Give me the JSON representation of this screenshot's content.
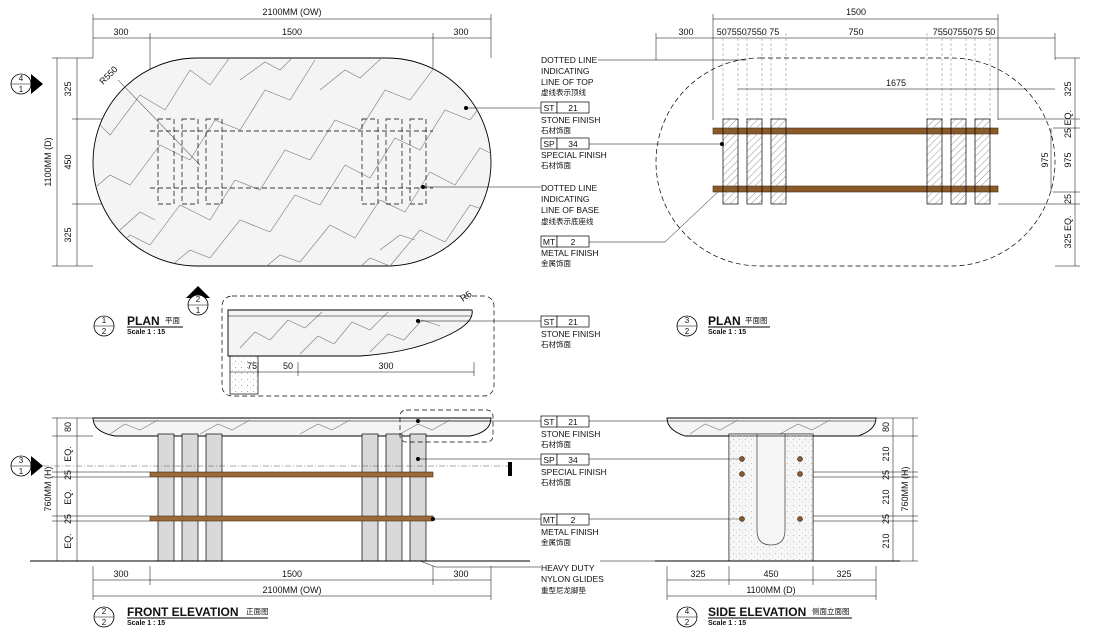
{
  "dims": {
    "overall_w": "2100MM (OW)",
    "d300": "300",
    "d1500": "1500",
    "d325": "325",
    "d450": "450",
    "depth_d": "1100MM (D)",
    "r550": "R550",
    "r5": "R5",
    "d750": "750",
    "d1675": "1675",
    "top_seq_left": "5075507550 75",
    "top_seq_right": "7550755075 50",
    "d25_eq": "25 EQ.",
    "d975": "975",
    "d975b": "975",
    "d325_eq": "325 EQ.",
    "d75": "75",
    "d50": "50",
    "d80": "80",
    "d25": "25",
    "eq": "EQ.",
    "d210": "210",
    "height_h": "760MM (H)",
    "d2100_ow": "2100MM (OW)",
    "d1100_d": "1100MM (D)"
  },
  "annotations": {
    "dotted_top": [
      "DOTTED LINE",
      "INDICATING",
      "LINE OF TOP"
    ],
    "dotted_top_cn": "虚线表示顶线",
    "dotted_base": [
      "DOTTED LINE",
      "INDICATING",
      "LINE OF BASE"
    ],
    "dotted_base_cn": "虚线表示底座线",
    "st": "ST",
    "st_no": "21",
    "stone_finish": "STONE FINISH",
    "stone_finish_cn": "石材饰面",
    "sp": "SP",
    "sp_no": "34",
    "special_finish": "SPECIAL FINISH",
    "special_finish_cn": "石材饰面",
    "mt": "MT",
    "mt_no": "2",
    "metal_finish": "METAL FINISH",
    "metal_finish_cn": "金属饰面",
    "glides": [
      "HEAVY DUTY",
      "NYLON GLIDES"
    ],
    "glides_cn": "重型尼龙脚垫"
  },
  "titles": {
    "plan1": {
      "num": "1",
      "sheet": "2",
      "title": "PLAN",
      "cn": "平面",
      "scale": "Scale 1 : 15"
    },
    "plan3": {
      "num": "3",
      "sheet": "2",
      "title": "PLAN",
      "cn": "平面图",
      "scale": "Scale 1 : 15"
    },
    "front": {
      "num": "2",
      "sheet": "2",
      "title": "FRONT ELEVATION",
      "cn": "正面图",
      "scale": "Scale 1 : 15"
    },
    "side": {
      "num": "4",
      "sheet": "2",
      "title": "SIDE ELEVATION",
      "cn": "侧面立面图",
      "scale": "Scale 1 : 15"
    }
  },
  "markers": {
    "m4": {
      "top": "4",
      "bottom": "1"
    },
    "m2": {
      "top": "2",
      "bottom": "1"
    },
    "m3": {
      "top": "3",
      "bottom": "1"
    }
  },
  "colors": {
    "metal": "#8b5a2b",
    "stone": "#f4f4f4",
    "leg": "#d9d9d9"
  }
}
